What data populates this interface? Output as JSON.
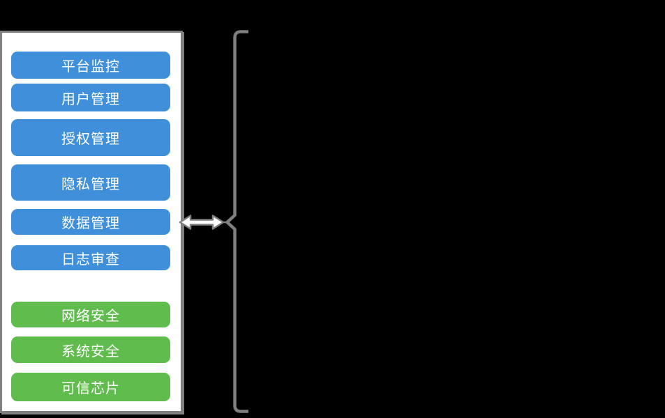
{
  "scene": {
    "background_color": "#000000"
  },
  "panel": {
    "background": "#ffffff",
    "border_color": "#7f7f7f",
    "management_group": {
      "button_color": "#3f8fda",
      "text_color": "#ffffff",
      "items": [
        {
          "label": "平台监控"
        },
        {
          "label": "用户管理"
        },
        {
          "label": "授权管理"
        },
        {
          "label": "隐私管理"
        },
        {
          "label": "数据管理"
        },
        {
          "label": "日志审查"
        }
      ]
    },
    "security_group": {
      "button_color": "#5fbc4d",
      "text_color": "#ffffff",
      "items": [
        {
          "label": "网络安全"
        },
        {
          "label": "系统安全"
        },
        {
          "label": "可信芯片"
        }
      ]
    }
  },
  "connector": {
    "double_arrow_icon": "left-right-double-arrow",
    "arrow_fill": "#ffffff",
    "arrow_stroke": "#7f7f7f",
    "brace_icon": "left-curly-brace",
    "brace_color": "#7f7f7f"
  }
}
